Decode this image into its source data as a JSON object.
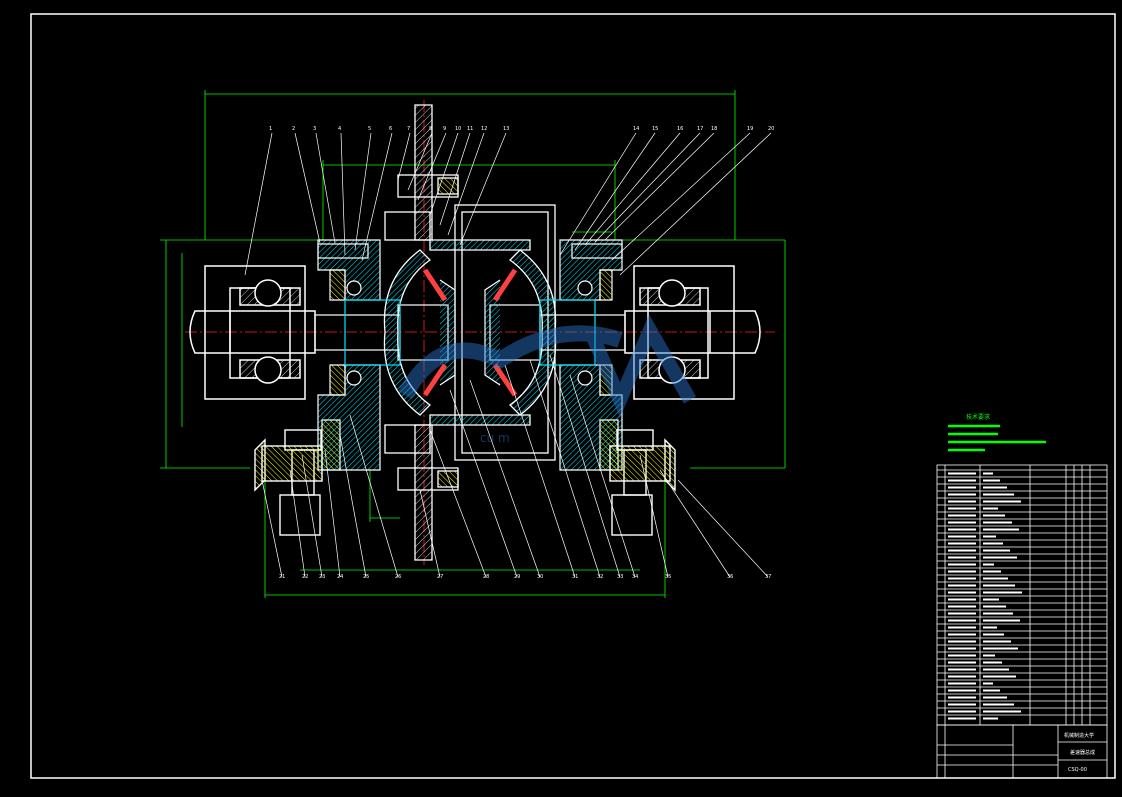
{
  "drawing": {
    "background": "#000000",
    "colors": {
      "frame": "#ffffff",
      "dimension": "#00ff00",
      "centerline": "#ff2020",
      "leader": "#ffffff",
      "hatch_primary": "#00e5ff",
      "hatch_secondary": "#ffff00",
      "notes": "#00ff00",
      "title_block": "#ffffff"
    },
    "balloons_top": [
      "1",
      "2",
      "3",
      "4",
      "5",
      "6",
      "7",
      "8",
      "9",
      "10",
      "11",
      "12",
      "13",
      "14",
      "15",
      "16",
      "17",
      "18",
      "19",
      "20"
    ],
    "balloons_bottom": [
      "21",
      "22",
      "23",
      "24",
      "25",
      "26",
      "27",
      "28",
      "29",
      "30",
      "31",
      "32",
      "33",
      "34",
      "35",
      "36",
      "37"
    ],
    "technical_notes_title": "技术要求",
    "watermark": "cu m",
    "title_block": {
      "school": "机械制造大学",
      "drawing_name": "差速器总成",
      "drawing_number": "CSQ-00"
    }
  }
}
